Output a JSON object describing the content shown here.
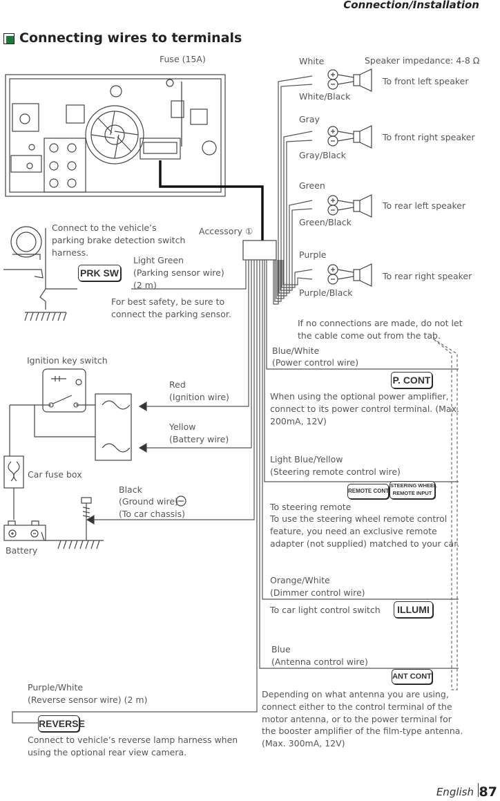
{
  "header": "Connection/Installation",
  "title": "Connecting wires to terminals",
  "fuse": "Fuse (15A)",
  "accessory": "Accessory ①",
  "impedance": "Speaker impedance: 4-8 Ω",
  "speakers": [
    {
      "plus": "White",
      "minus": "White/Black",
      "to": "To front left speaker"
    },
    {
      "plus": "Gray",
      "minus": "Gray/Black",
      "to": "To front right speaker"
    },
    {
      "plus": "Green",
      "minus": "Green/Black",
      "to": "To rear left speaker"
    },
    {
      "plus": "Purple",
      "minus": "Purple/Black",
      "to": "To rear right speaker"
    }
  ],
  "parking": {
    "note1": "Connect to the vehicle’s",
    "note2": "parking brake detection switch",
    "note3": "harness.",
    "tag": "PRK SW",
    "wire1": "Light Green",
    "wire2": "(Parking sensor wire)",
    "wire3": "(2 m)",
    "safety1": "For best safety, be sure to",
    "safety2": "connect the parking sensor."
  },
  "tab_note1": "If no connections are made, do not let",
  "tab_note2": "the cable come out from the tab.",
  "ignition_label": "Ignition key switch",
  "red1": "Red",
  "red2": "(Ignition wire)",
  "yellow1": "Yellow",
  "yellow2": "(Battery wire)",
  "fuse_box": "Car fuse box",
  "battery": "Battery",
  "black1": "Black",
  "black2": "(Ground wire)",
  "black3": "(To car chassis)",
  "pcont": {
    "wire1": "Blue/White",
    "wire2": "(Power control wire)",
    "tag": "P. CONT",
    "note1": "When using the optional power amplifier,",
    "note2": "connect to its power control terminal. (Max.",
    "note3": "200mA, 12V)"
  },
  "steering": {
    "wire1": "Light Blue/Yellow",
    "wire2": "(Steering remote control wire)",
    "tag1": "REMOTE CONT",
    "tag2a": "STEERING WHEEL",
    "tag2b": "REMOTE INPUT",
    "note1": "To steering remote",
    "note2": "To use the steering wheel remote control",
    "note3": "feature, you need an exclusive remote",
    "note4": "adapter (not supplied) matched to your car."
  },
  "illumi": {
    "wire1": "Orange/White",
    "wire2": "(Dimmer control wire)",
    "note": "To car light control switch",
    "tag": "ILLUMI"
  },
  "antenna": {
    "wire1": "Blue",
    "wire2": "(Antenna control wire)",
    "tag": "ANT CONT",
    "note1": "Depending on what antenna you are using,",
    "note2": "connect either to the control terminal of the",
    "note3": "motor antenna, or to the power terminal for",
    "note4": "the booster amplifier of the film-type antenna.",
    "note5": "(Max. 300mA, 12V)"
  },
  "reverse": {
    "wire1": "Purple/White",
    "wire2": "(Reverse sensor wire) (2 m)",
    "tag": "REVERSE",
    "note1": "Connect to vehicle’s reverse lamp harness when",
    "note2": "using the optional rear view camera."
  },
  "footer": "English",
  "page": "87"
}
